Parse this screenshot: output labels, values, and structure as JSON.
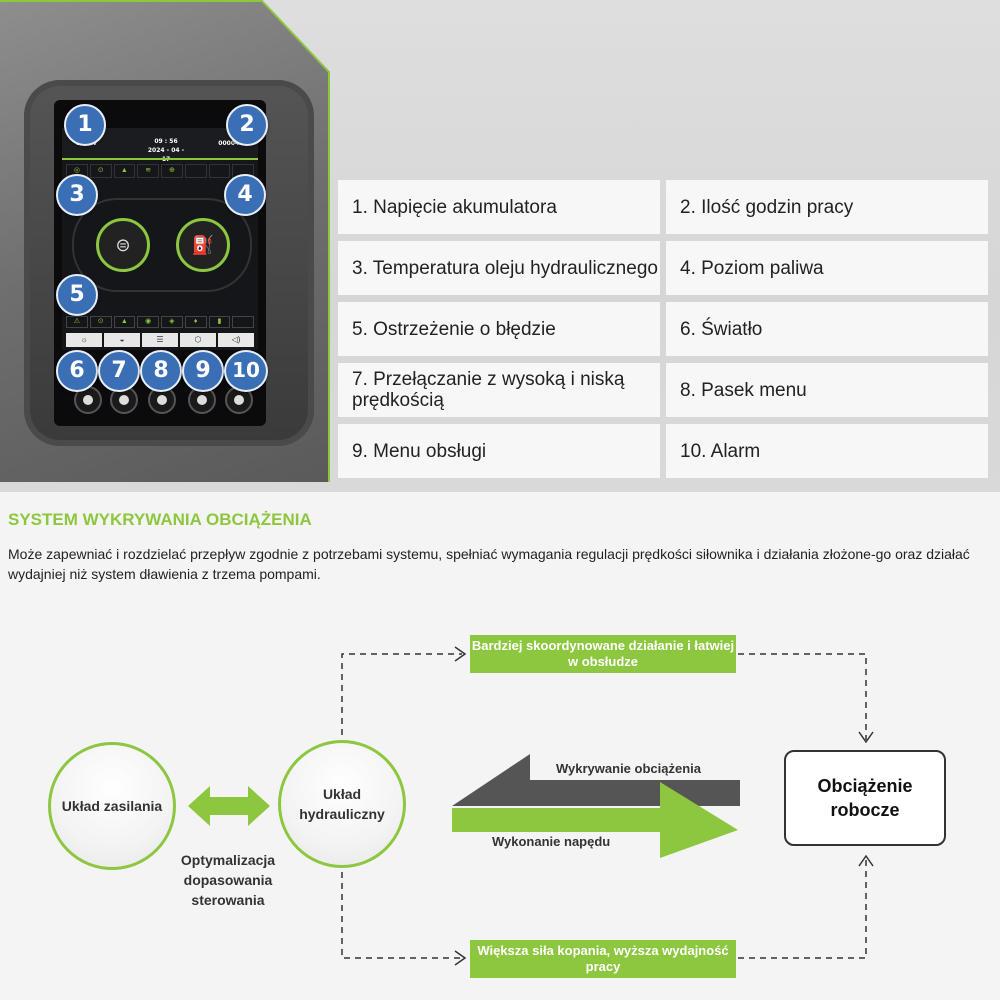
{
  "screen": {
    "voltage": "14.1 v",
    "time": "09 : 56",
    "date": "2024 - 04 - 17",
    "hours": "00004.6 h"
  },
  "badges": [
    "1",
    "2",
    "3",
    "4",
    "5",
    "6",
    "7",
    "8",
    "9",
    "10"
  ],
  "legend": [
    {
      "label": "1. Napięcie akumulatora"
    },
    {
      "label": "2. Ilość godzin pracy"
    },
    {
      "label": "3. Temperatura oleju hydraulicznego"
    },
    {
      "label": "4. Poziom paliwa"
    },
    {
      "label": "5. Ostrzeżenie o błędzie"
    },
    {
      "label": "6. Światło"
    },
    {
      "label": "7. Przełączanie z wysoką i niską prędkością"
    },
    {
      "label": "8.  Pasek menu"
    },
    {
      "label": "9. Menu obsługi"
    },
    {
      "label": "10. Alarm"
    }
  ],
  "section": {
    "title": "SYSTEM WYKRYWANIA OBCIĄŻENIA",
    "description": "Może zapewniać i rozdzielać przepływ zgodnie z potrzebami systemu, spełniać wymagania regulacji prędkości siłownika i działania złożone-go oraz działać wydajniej niż system dławienia z trzema pompami."
  },
  "diagram": {
    "power": "Układ zasilania",
    "hydraulic": "Układ hydrauliczny",
    "optimization": "Optymalizacja dopasowania sterowania",
    "top_box": "Bardziej skoordynowane działanie i łatwiej w obsłudze",
    "bottom_box": "Większa siła kopania, wyższa wydajność pracy",
    "detection": "Wykrywanie obciążenia",
    "execution": "Wykonanie napędu",
    "load": "Obciążenie robocze"
  },
  "colors": {
    "accent": "#8dc63f",
    "badge": "#3a6fb6"
  }
}
